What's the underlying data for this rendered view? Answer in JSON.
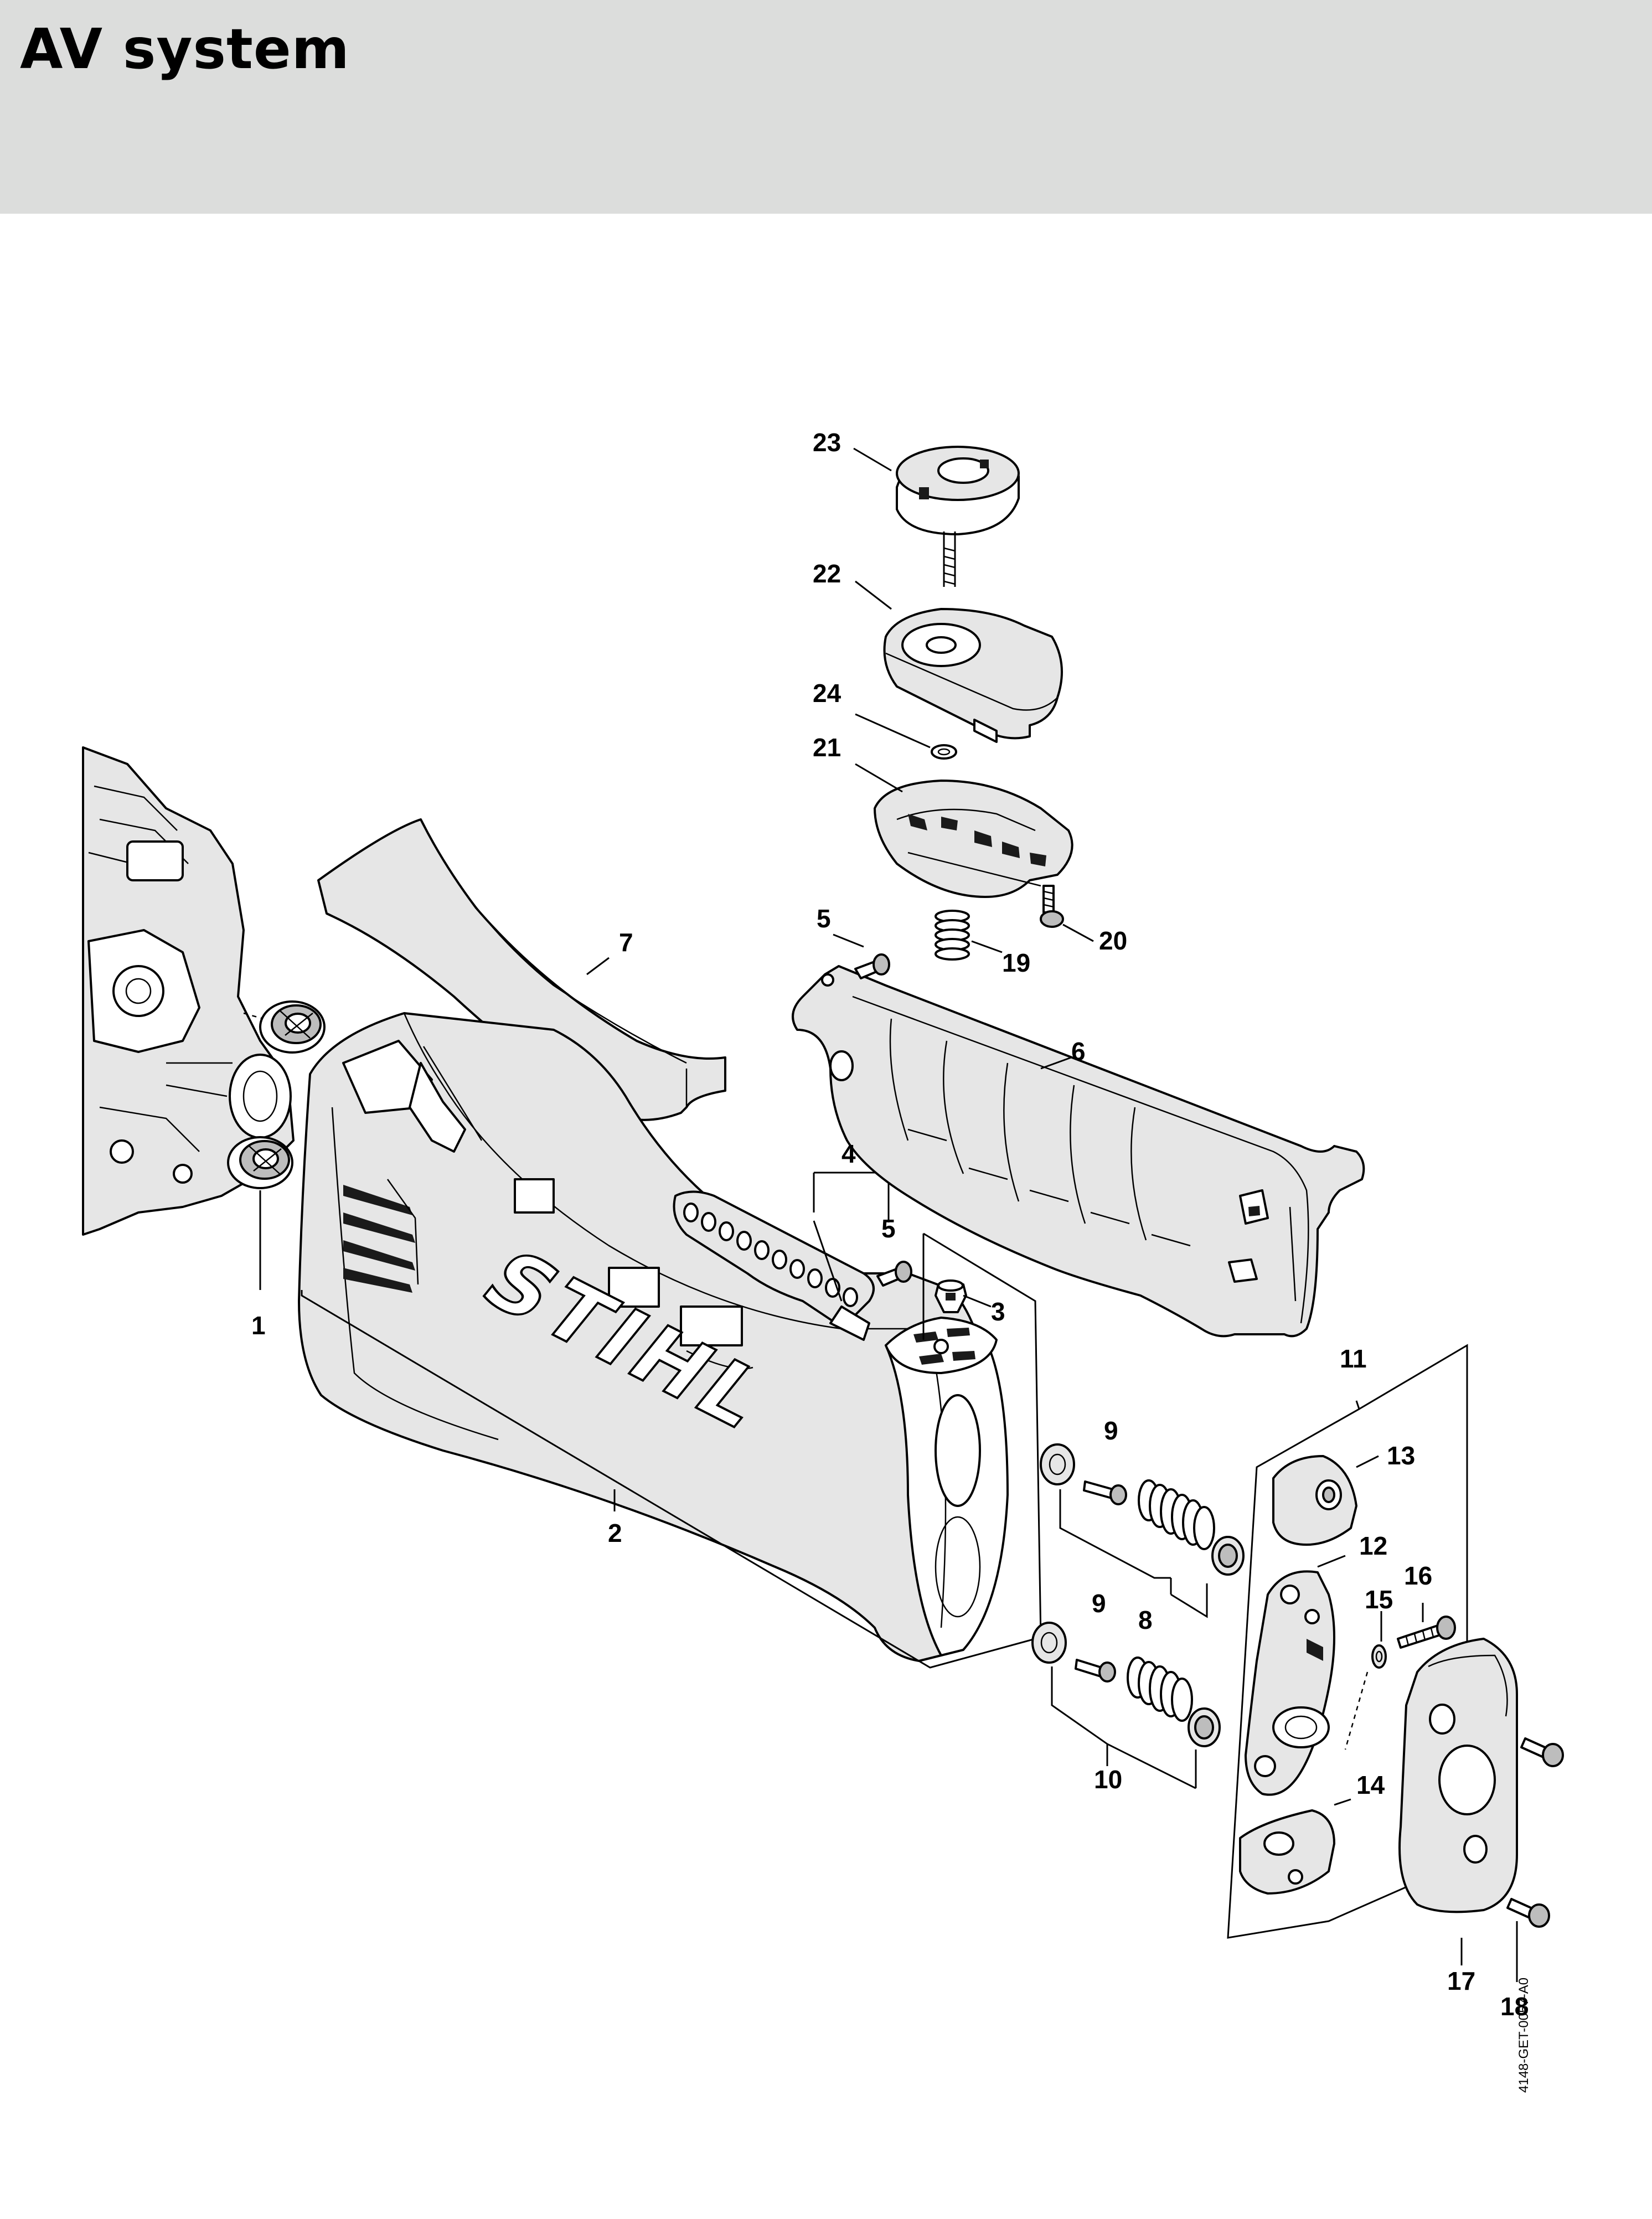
{
  "header": {
    "title": "AV system",
    "background": "#dcdddc"
  },
  "diagram": {
    "brand_mark": "STIHL",
    "drawing_code": "4148-GET-0057-A0",
    "callouts": {
      "c1": "1",
      "c2": "2",
      "c3": "3",
      "c4": "4",
      "c5a": "5",
      "c5b": "5",
      "c6": "6",
      "c7": "7",
      "c8": "8",
      "c9a": "9",
      "c9b": "9",
      "c10": "10",
      "c11": "11",
      "c12": "12",
      "c13": "13",
      "c14": "14",
      "c15": "15",
      "c16": "16",
      "c17": "17",
      "c18": "18",
      "c19": "19",
      "c20": "20",
      "c21": "21",
      "c22": "22",
      "c23": "23",
      "c24": "24"
    }
  }
}
